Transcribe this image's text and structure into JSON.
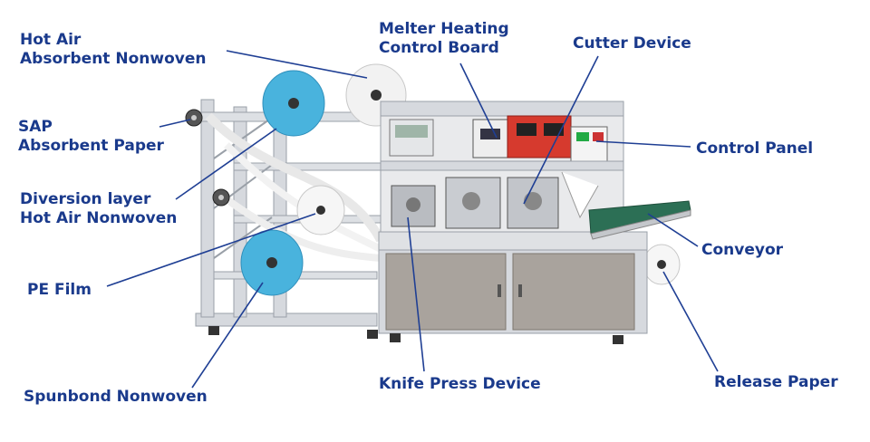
{
  "colors": {
    "label": "#1a3a8c",
    "leader": "#1f3f94",
    "frame": "#d6d9de",
    "frame_edge": "#9aa0a8",
    "cabinet": "#a9a39d",
    "blue_roll": "#49b3dd",
    "white_roll": "#f2f2f2",
    "red_panel": "#d63a2e"
  },
  "labels": {
    "hot_air_absorbent": [
      "Hot Air",
      "Absorbent Nonwoven"
    ],
    "sap_paper": [
      "SAP",
      "Absorbent Paper"
    ],
    "diversion_layer": [
      "Diversion layer",
      "Hot Air Nonwoven"
    ],
    "pe_film": [
      "PE Film"
    ],
    "spunbond": [
      "Spunbond Nonwoven"
    ],
    "melter": [
      "Melter Heating",
      "Control Board"
    ],
    "cutter": [
      "Cutter Device"
    ],
    "control_panel": [
      "Control Panel"
    ],
    "conveyor": [
      "Conveyor"
    ],
    "knife_press": [
      "Knife Press Device"
    ],
    "release_paper": [
      "Release Paper"
    ]
  }
}
